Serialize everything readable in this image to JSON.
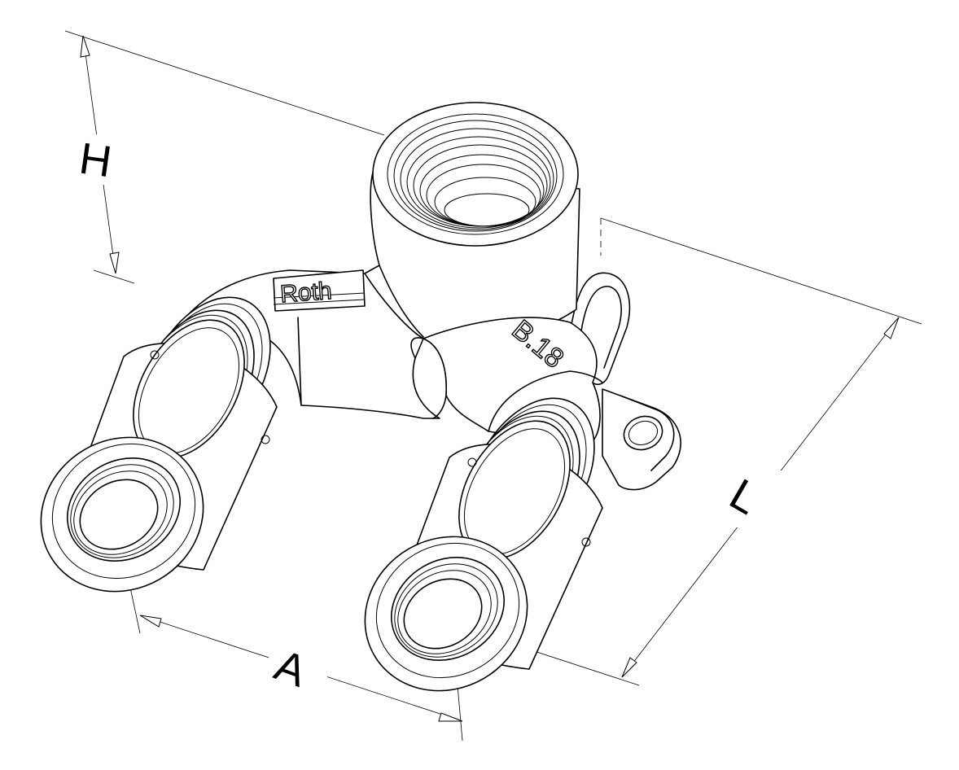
{
  "dimensions": {
    "height_label": "H",
    "length_label": "L",
    "spacing_label": "A"
  },
  "markings": {
    "brand": "Roth",
    "size": "B.18"
  }
}
